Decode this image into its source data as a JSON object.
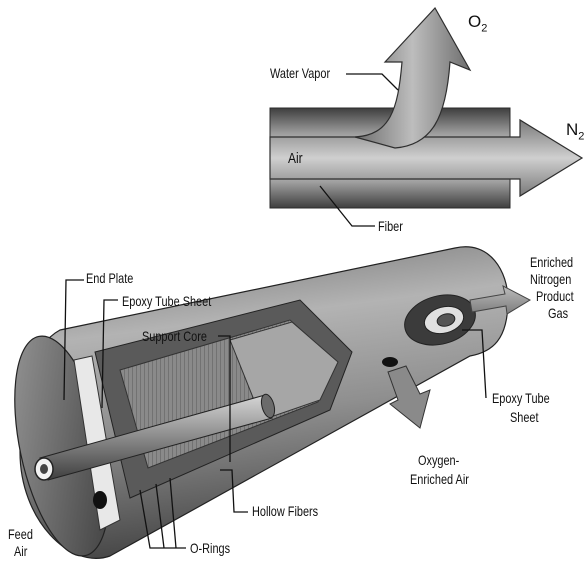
{
  "top_diagram": {
    "water_vapor": "Water Vapor",
    "o2": {
      "main": "O",
      "sub": "2"
    },
    "n2": {
      "main": "N",
      "sub": "2"
    },
    "air": "Air",
    "fiber": "Fiber"
  },
  "bottom_diagram": {
    "end_plate": "End Plate",
    "epoxy_tube_sheet": "Epoxy Tube Sheet",
    "support_core": "Support Core",
    "enriched_nitrogen_product_gas": [
      "Enriched",
      "Nitrogen",
      "Product",
      "Gas"
    ],
    "epoxy_tube_sheet_right": [
      "Epoxy Tube",
      "Sheet"
    ],
    "oxygen_enriched_air": [
      "Oxygen-",
      "Enriched Air"
    ],
    "hollow_fibers": "Hollow Fibers",
    "feed_air": [
      "Feed",
      "Air"
    ],
    "o_rings": "O-Rings"
  },
  "colors": {
    "tube_dark": "#4a4a4a",
    "tube_mid": "#8c8c8c",
    "tube_light": "#d9d9d9",
    "arrow_gray": "#9a9a9a",
    "text": "#111111"
  }
}
